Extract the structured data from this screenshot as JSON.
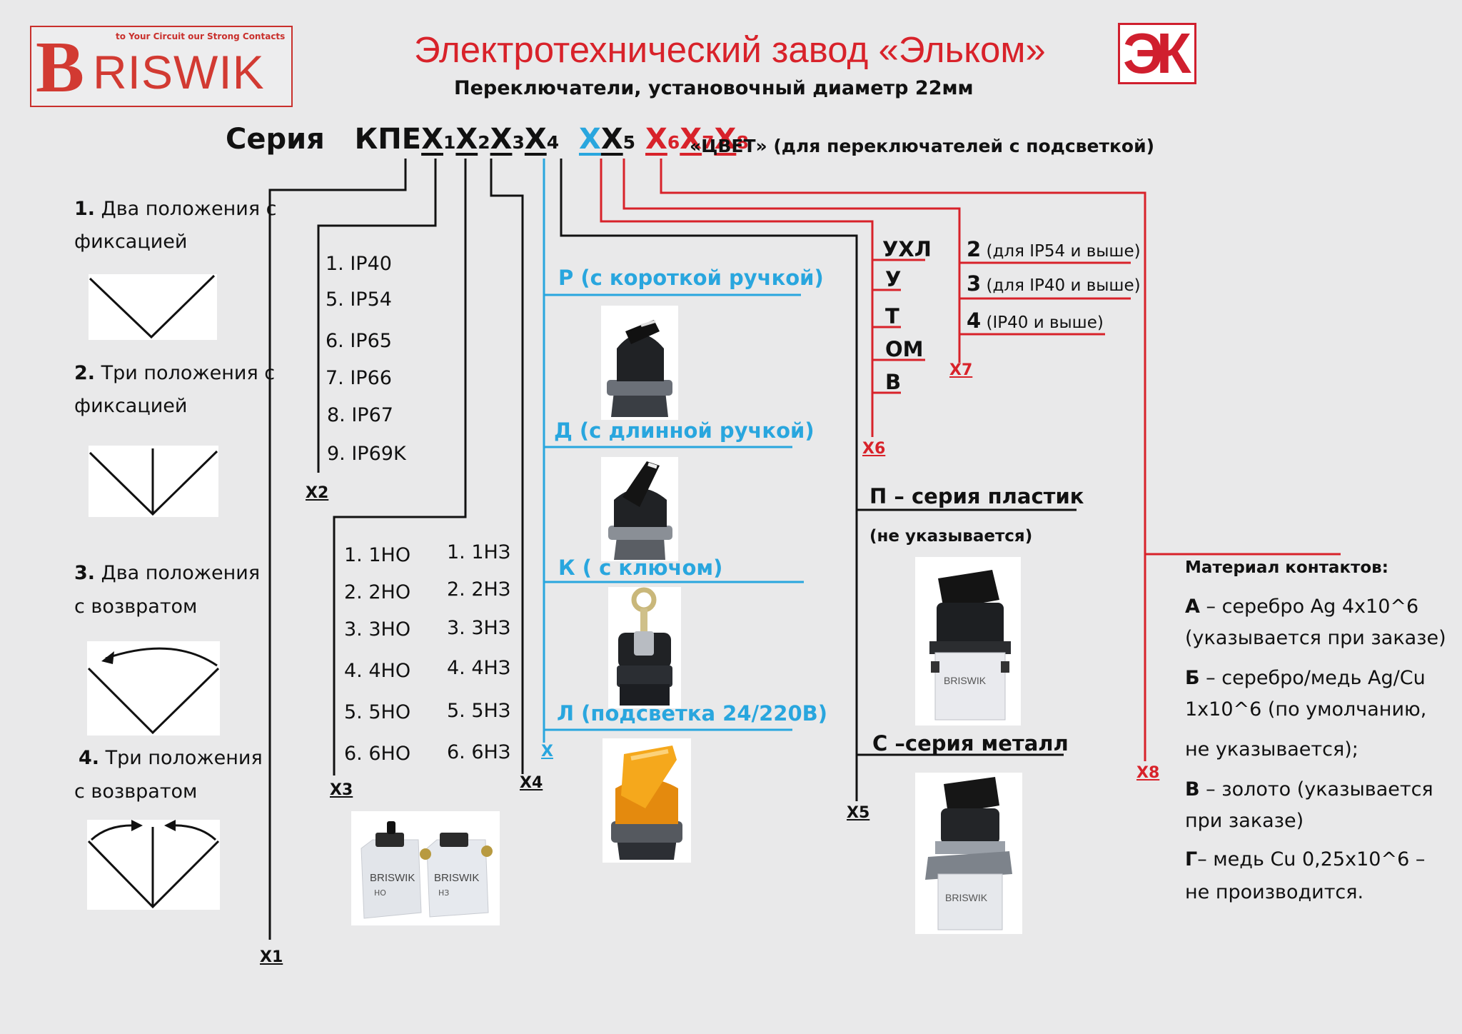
{
  "header": {
    "logo_tagline": "to Your Circuit our Strong Contacts",
    "logo_first": "B",
    "logo_rest": "RISWIK",
    "ek_logo": "ЭК",
    "title": "Электротехнический завод «Эльком»",
    "subtitle": "Переключатели, установочный диаметр 22мм"
  },
  "code": {
    "series": "Серия",
    "prefix": "КПЕ",
    "x": "Х",
    "n1": "1",
    "n2": "2",
    "n3": "3",
    "n4": "4",
    "n5": "5",
    "n6": "6",
    "n7": "7",
    "n8": "8",
    "note": "«ЦВЕТ» (для переключателей с подсветкой)"
  },
  "x1": {
    "mark": "Х1",
    "items": [
      {
        "num": "1.",
        "line1": " Два положения с",
        "line2": "фиксацией"
      },
      {
        "num": "2.",
        "line1": " Три положения с",
        "line2": "фиксацией"
      },
      {
        "num": "3.",
        "line1": " Два положения",
        "line2": "с возвратом"
      },
      {
        "num": "4.",
        "line1": " Три положения",
        "line2": "с возвратом"
      }
    ]
  },
  "x2": {
    "mark": "Х2",
    "items": [
      "1. IP40",
      "5. IP54",
      "6. IP65",
      "7. IP66",
      "8. IP67",
      "9. IP69K"
    ]
  },
  "x3": {
    "mark": "Х3",
    "no": [
      "1. 1НО",
      "2. 2НО",
      "3. 3НО",
      "4. 4НО",
      "5. 5НО",
      "6. 6НО"
    ]
  },
  "x4": {
    "mark": "Х4",
    "nc": [
      "1. 1НЗ",
      "2. 2НЗ",
      "3. 3НЗ",
      "4. 4НЗ",
      "5. 5НЗ",
      "6. 6НЗ"
    ]
  },
  "xblue": {
    "mark": "Х",
    "items": [
      "Р (с короткой ручкой)",
      "Д (с длинной ручкой)",
      "К ( с ключом)",
      "Л (подсветка 24/220В)"
    ]
  },
  "x5": {
    "mark": "Х5",
    "plastic": "П – серия пластик",
    "plastic_note": "(не указывается)",
    "metal": "С –серия металл"
  },
  "x6": {
    "mark": "Х6",
    "items": [
      "УХЛ",
      "У",
      "Т",
      "ОМ",
      "В"
    ]
  },
  "x7": {
    "mark": "Х7",
    "items": [
      {
        "num": "2",
        "text": " (для IP54 и выше)"
      },
      {
        "num": "3",
        "text": " (для IP40 и выше)"
      },
      {
        "num": "4",
        "text": " (IP40 и выше)"
      }
    ]
  },
  "x8": {
    "mark": "Х8",
    "heading": "Материал контактов:",
    "lines": [
      {
        "b": "А",
        "t": " – серебро Ag 4x10^6"
      },
      {
        "b": "",
        "t": "(указывается при заказе)"
      },
      {
        "b": "Б",
        "t": " – серебро/медь Ag/Cu"
      },
      {
        "b": "",
        "t": "1x10^6 (по умолчанию,"
      },
      {
        "b": "",
        "t": "не указывается);"
      },
      {
        "b": "В",
        "t": " – золото (указывается"
      },
      {
        "b": "",
        "t": "при заказе)"
      },
      {
        "b": "Г",
        "t": "– медь Cu 0,25x10^6 –"
      },
      {
        "b": "",
        "t": "не производится."
      }
    ]
  },
  "photo_labels": {
    "brand": "BRISWIK",
    "block_no": "НО",
    "block_nc": "НЗ"
  },
  "colors": {
    "black_wire": "#111111",
    "blue_wire": "#29a6de",
    "red_wire": "#d8222a"
  }
}
